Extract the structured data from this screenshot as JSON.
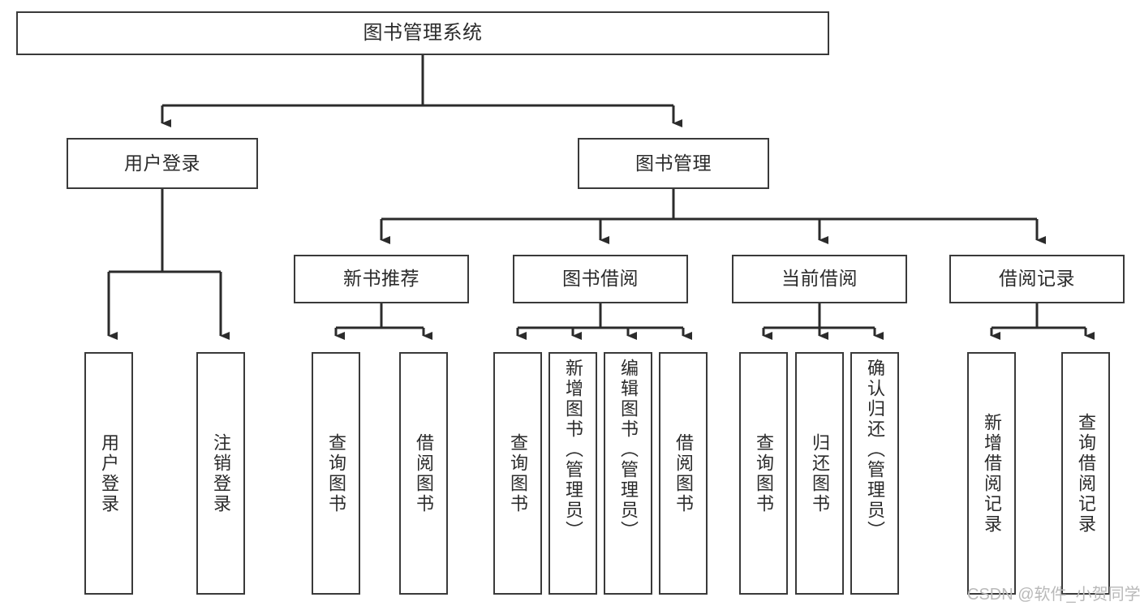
{
  "diagram": {
    "type": "tree",
    "title_node": "图书管理系统",
    "style": {
      "box_border_color": "#3a3a3a",
      "box_fill": "#ffffff",
      "edge_color": "#2b2b2b",
      "text_color": "#2b2b2b",
      "background": "#ffffff"
    },
    "levels": {
      "root": [
        "图书管理系统"
      ],
      "level2": [
        "用户登录",
        "图书管理"
      ],
      "level3": [
        "新书推荐",
        "图书借阅",
        "当前借阅",
        "借阅记录"
      ],
      "leaves": [
        "用户登录",
        "注销登录",
        "查询图书",
        "借阅图书",
        "查询图书",
        "新增图书（管理员）",
        "编辑图书（管理员）",
        "借阅图书",
        "查询图书",
        "归还图书",
        "确认归还（管理员）",
        "新增借阅记录",
        "查询借阅记录"
      ]
    },
    "nodes": {
      "root": {
        "label": "图书管理系统"
      },
      "user_login": {
        "label": "用户登录"
      },
      "book_mgmt": {
        "label": "图书管理"
      },
      "new_book_rec": {
        "label": "新书推荐"
      },
      "book_borrow": {
        "label": "图书借阅"
      },
      "current_borrow": {
        "label": "当前借阅"
      },
      "borrow_record": {
        "label": "借阅记录"
      },
      "leaf_user_login": {
        "label": "用户登录"
      },
      "leaf_logout": {
        "label": "注销登录"
      },
      "leaf_query_book_1": {
        "label": "查询图书"
      },
      "leaf_borrow_book_1": {
        "label": "借阅图书"
      },
      "leaf_query_book_2": {
        "label": "查询图书"
      },
      "leaf_add_book": {
        "label": "新增图书（管理员）"
      },
      "leaf_edit_book": {
        "label": "编辑图书（管理员）"
      },
      "leaf_borrow_book_2": {
        "label": "借阅图书"
      },
      "leaf_query_book_3": {
        "label": "查询图书"
      },
      "leaf_return_book": {
        "label": "归还图书"
      },
      "leaf_confirm_return": {
        "label": "确认归还（管理员）"
      },
      "leaf_add_record": {
        "label": "新增借阅记录"
      },
      "leaf_query_record": {
        "label": "查询借阅记录"
      }
    },
    "edges": [
      {
        "from": "图书管理系统",
        "to": "用户登录"
      },
      {
        "from": "图书管理系统",
        "to": "图书管理"
      },
      {
        "from": "用户登录",
        "to": "用户登录"
      },
      {
        "from": "用户登录",
        "to": "注销登录"
      },
      {
        "from": "图书管理",
        "to": "新书推荐"
      },
      {
        "from": "图书管理",
        "to": "图书借阅"
      },
      {
        "from": "图书管理",
        "to": "当前借阅"
      },
      {
        "from": "图书管理",
        "to": "借阅记录"
      },
      {
        "from": "新书推荐",
        "to": "查询图书"
      },
      {
        "from": "新书推荐",
        "to": "借阅图书"
      },
      {
        "from": "图书借阅",
        "to": "查询图书"
      },
      {
        "from": "图书借阅",
        "to": "新增图书（管理员）"
      },
      {
        "from": "图书借阅",
        "to": "编辑图书（管理员）"
      },
      {
        "from": "图书借阅",
        "to": "借阅图书"
      },
      {
        "from": "当前借阅",
        "to": "查询图书"
      },
      {
        "from": "当前借阅",
        "to": "归还图书"
      },
      {
        "from": "当前借阅",
        "to": "确认归还（管理员）"
      },
      {
        "from": "借阅记录",
        "to": "新增借阅记录"
      },
      {
        "from": "借阅记录",
        "to": "查询借阅记录"
      }
    ]
  },
  "watermark": {
    "text": "CSDN @软件_小贺同学"
  }
}
